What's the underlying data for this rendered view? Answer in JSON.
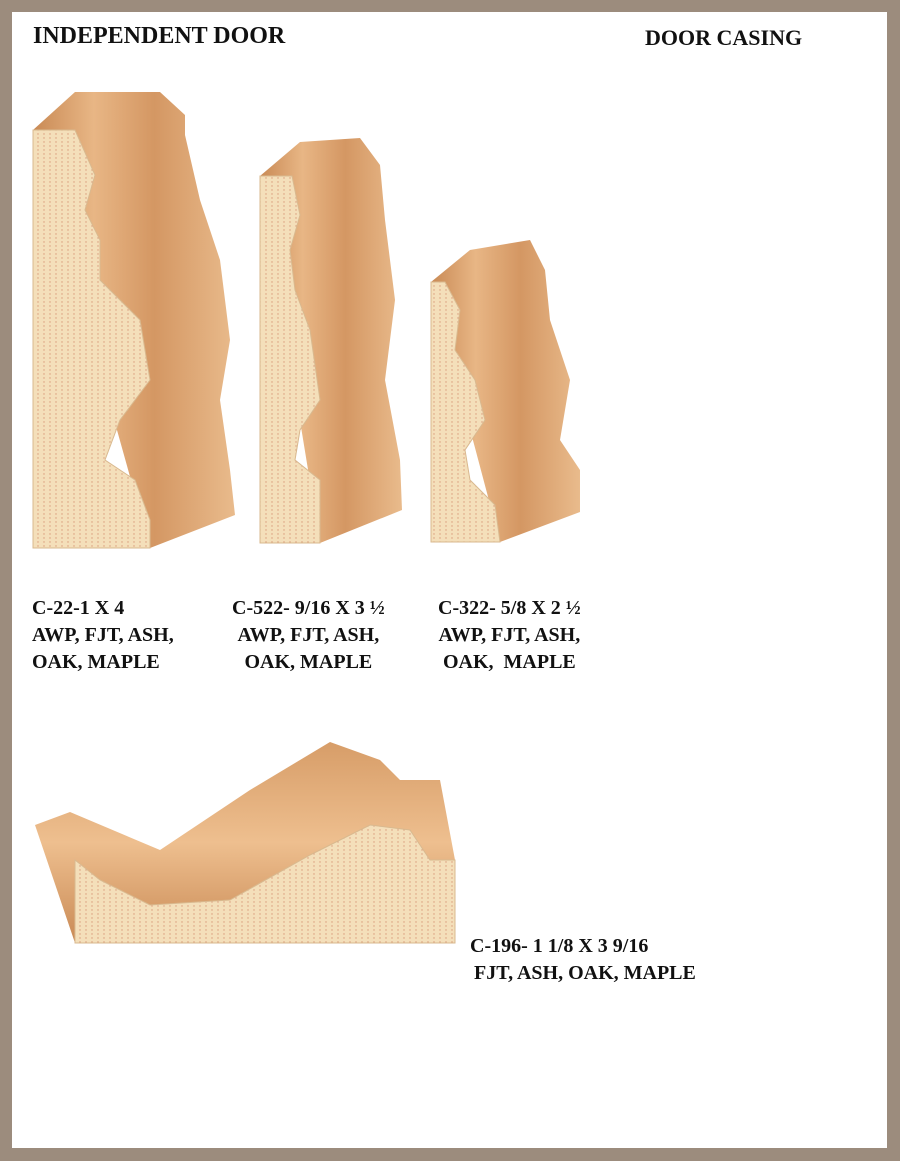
{
  "header": {
    "left_title": "INDEPENDENT DOOR",
    "right_title": "DOOR CASING"
  },
  "products": [
    {
      "code": "C-22-1 X 4",
      "materials_1": "AWP, FJT, ASH,",
      "materials_2": "OAK, MAPLE"
    },
    {
      "code": "C-522- 9/16 X 3 ½",
      "materials_1": "AWP, FJT, ASH,",
      "materials_2": "OAK, MAPLE"
    },
    {
      "code": "C-322- 5/8 X 2 ½",
      "materials_1": "AWP, FJT, ASH,",
      "materials_2": "OAK,  MAPLE"
    },
    {
      "code": "C-196- 1 1/8 X 3 9/16",
      "materials_1": "FJT, ASH, OAK, MAPLE"
    }
  ],
  "colors": {
    "border": "#9c8c7d",
    "wood_face": "#d9a271",
    "end_grain": "#f3dcb4"
  }
}
